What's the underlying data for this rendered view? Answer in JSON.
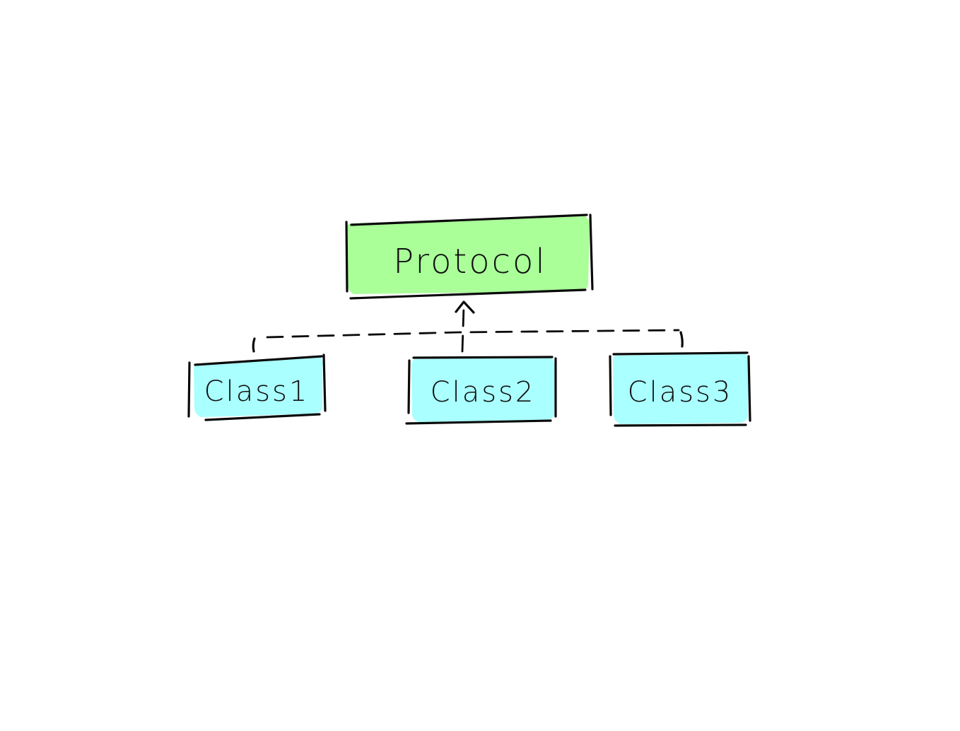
{
  "diagram": {
    "parent": {
      "label": "Protocol",
      "fill": "#aaff99"
    },
    "children": [
      {
        "label": "Class1",
        "fill": "#aaffff"
      },
      {
        "label": "Class2",
        "fill": "#aaffff"
      },
      {
        "label": "Class3",
        "fill": "#aaffff"
      }
    ],
    "edge_style": "dashed",
    "arrowhead": "open",
    "ink_color": "#0a0a0a"
  }
}
